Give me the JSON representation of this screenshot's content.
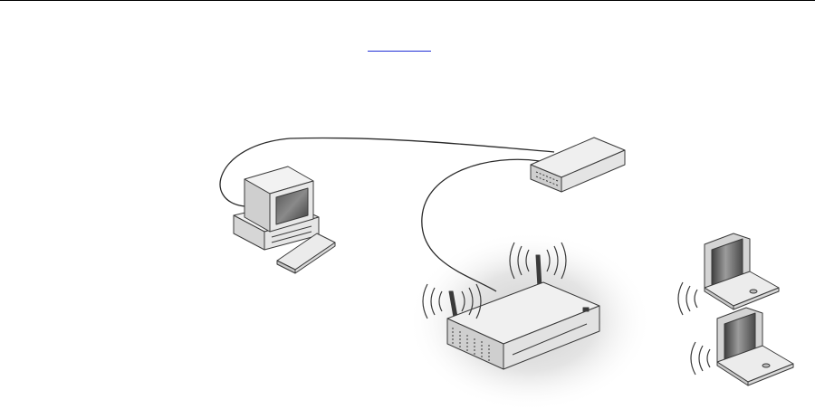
{
  "colors": {
    "rule": "#000000",
    "link": "#1f2fd6",
    "cable": "#2a2a2a",
    "outline": "#3a3a3a",
    "device_light": "#f2f2f2",
    "device_mid": "#d6d6d6",
    "device_dark": "#9a9a9a",
    "glow": "#d9d9d9"
  },
  "diagram": {
    "nodes": [
      {
        "id": "desktop",
        "icon": "desktop-computer-icon"
      },
      {
        "id": "modem",
        "icon": "broadband-modem-icon"
      },
      {
        "id": "router",
        "icon": "wireless-router-icon"
      },
      {
        "id": "laptop1",
        "icon": "laptop-icon"
      },
      {
        "id": "laptop2",
        "icon": "laptop-icon"
      }
    ],
    "connections": [
      {
        "from": "desktop",
        "to": "modem",
        "kind": "wired"
      },
      {
        "from": "modem",
        "to": "router",
        "kind": "wired"
      },
      {
        "from": "router",
        "to": "laptop1",
        "kind": "wireless"
      },
      {
        "from": "router",
        "to": "laptop2",
        "kind": "wireless"
      }
    ]
  }
}
